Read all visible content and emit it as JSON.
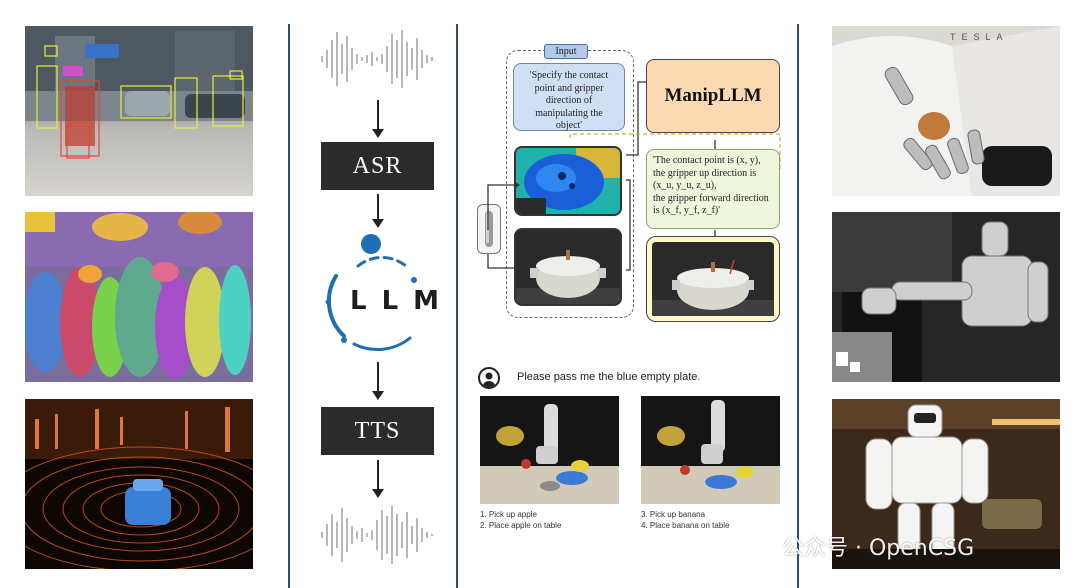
{
  "pipeline": {
    "asr_label": "ASR",
    "llm_letters": [
      "L",
      "L",
      "M"
    ],
    "tts_label": "TTS"
  },
  "manip": {
    "input_tag": "Input",
    "input_text": "'Specify the contact point and gripper direction of manipulating the object'",
    "model_name": "ManipLLM",
    "output_line1": "'The contact point is (x, y),",
    "output_line2": "the gripper up direction is",
    "output_line3": "(x_u, y_u, z_u),",
    "output_line4": "the gripper forward direction is (x_f, y_f, z_f)'"
  },
  "task": {
    "instruction": "Please pass me the blue empty plate.",
    "left_steps": [
      "1. Pick up apple",
      "2. Place apple on table"
    ],
    "right_steps": [
      "3. Pick up banana",
      "4. Place banana on table"
    ]
  },
  "watermark": "公众号 · OpenCSG",
  "robot_brand": "TESLA",
  "colors": {
    "divider": "#2d4c73",
    "dark_box": "#2b2b2b",
    "llm_blue": "#1f6fb5",
    "input_box": "#cfe0f4",
    "model_box": "#fbd9b3",
    "output_box": "#eef6dc"
  }
}
